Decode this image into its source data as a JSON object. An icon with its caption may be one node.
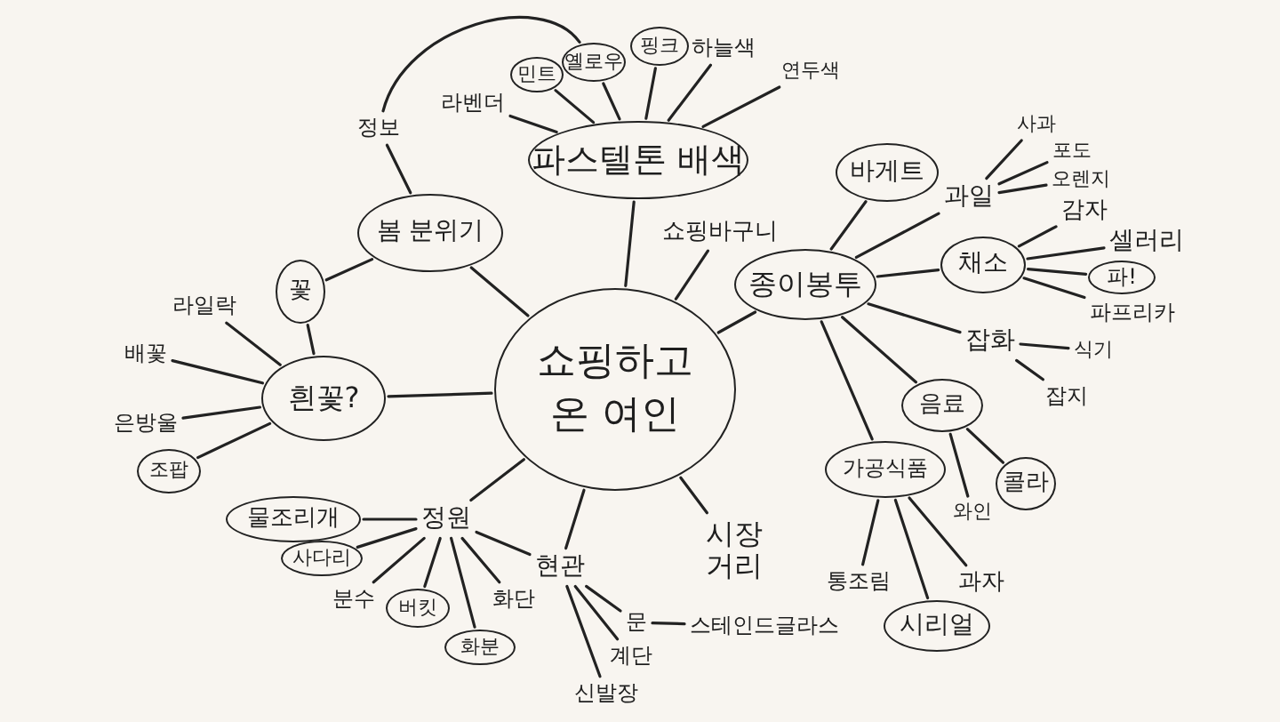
{
  "diagram": {
    "nodes": [
      {
        "text": [
          "쇼핑하고 온 여인"
        ]
      },
      {
        "text": [
          "파스텔톤 배색"
        ]
      },
      {
        "text": [
          "라벤더"
        ]
      },
      {
        "text": [
          "민트"
        ]
      },
      {
        "text": [
          "옐로우"
        ]
      },
      {
        "text": [
          "핑크"
        ]
      },
      {
        "text": [
          "하늘색"
        ]
      },
      {
        "text": [
          "연두색"
        ]
      },
      {
        "text": [
          "봄 분위기"
        ]
      },
      {
        "text": [
          "정보"
        ]
      },
      {
        "text": [
          "꽃"
        ]
      },
      {
        "text": [
          "흰꽃?"
        ]
      },
      {
        "text": [
          "라일락"
        ]
      },
      {
        "text": [
          "배꽃"
        ]
      },
      {
        "text": [
          "은방울"
        ]
      },
      {
        "text": [
          "조팝"
        ]
      },
      {
        "text": [
          "정원"
        ]
      },
      {
        "text": [
          "물조리개"
        ]
      },
      {
        "text": [
          "사다리"
        ]
      },
      {
        "text": [
          "분수"
        ]
      },
      {
        "text": [
          "버킷"
        ]
      },
      {
        "text": [
          "화분"
        ]
      },
      {
        "text": [
          "화단"
        ]
      },
      {
        "text": [
          "현관"
        ]
      },
      {
        "text": [
          "신발장"
        ]
      },
      {
        "text": [
          "계단"
        ]
      },
      {
        "text": [
          "문"
        ]
      },
      {
        "text": [
          "스테인드글라스"
        ]
      },
      {
        "text": [
          "시장 거리"
        ]
      },
      {
        "text": [
          "쇼핑바구니"
        ]
      },
      {
        "text": [
          "종이봉투"
        ]
      },
      {
        "text": [
          "바게트"
        ]
      },
      {
        "text": [
          "과일"
        ]
      },
      {
        "text": [
          "사과"
        ]
      },
      {
        "text": [
          "포도"
        ]
      },
      {
        "text": [
          "오렌지"
        ]
      },
      {
        "text": [
          "채소"
        ]
      },
      {
        "text": [
          "감자"
        ]
      },
      {
        "text": [
          "셀러리"
        ]
      },
      {
        "text": [
          "파!"
        ]
      },
      {
        "text": [
          "파프리카"
        ]
      },
      {
        "text": [
          "잡화"
        ]
      },
      {
        "text": [
          "식기"
        ]
      },
      {
        "text": [
          "잡지"
        ]
      },
      {
        "text": [
          "음료"
        ]
      },
      {
        "text": [
          "콜라"
        ]
      },
      {
        "text": [
          "와인"
        ]
      },
      {
        "text": [
          "가공식품"
        ]
      },
      {
        "text": [
          "통조림"
        ]
      },
      {
        "text": [
          "시리얼"
        ]
      },
      {
        "text": [
          "과자"
        ]
      }
    ],
    "edges": [
      {
        "from": 0,
        "to": 1,
        "arrow": "none"
      },
      {
        "from": 1,
        "to": 2,
        "arrow": "none"
      },
      {
        "from": 1,
        "to": 3,
        "arrow": "none"
      },
      {
        "from": 1,
        "to": 4,
        "arrow": "none"
      },
      {
        "from": 1,
        "to": 5,
        "arrow": "none"
      },
      {
        "from": 1,
        "to": 6,
        "arrow": "none"
      },
      {
        "from": 1,
        "to": 7,
        "arrow": "none"
      },
      {
        "from": 0,
        "to": 8,
        "arrow": "none"
      },
      {
        "from": 8,
        "to": 9,
        "arrow": "none"
      },
      {
        "from": 9,
        "to": 4,
        "arrow": "none"
      },
      {
        "from": 8,
        "to": 10,
        "arrow": "none"
      },
      {
        "from": 10,
        "to": 11,
        "arrow": "none"
      },
      {
        "from": 0,
        "to": 11,
        "arrow": "none"
      },
      {
        "from": 11,
        "to": 12,
        "arrow": "none"
      },
      {
        "from": 11,
        "to": 13,
        "arrow": "none"
      },
      {
        "from": 11,
        "to": 14,
        "arrow": "none"
      },
      {
        "from": 11,
        "to": 15,
        "arrow": "none"
      },
      {
        "from": 0,
        "to": 16,
        "arrow": "none"
      },
      {
        "from": 16,
        "to": 17,
        "arrow": "none"
      },
      {
        "from": 16,
        "to": 18,
        "arrow": "none"
      },
      {
        "from": 16,
        "to": 19,
        "arrow": "none"
      },
      {
        "from": 16,
        "to": 20,
        "arrow": "none"
      },
      {
        "from": 16,
        "to": 21,
        "arrow": "none"
      },
      {
        "from": 16,
        "to": 22,
        "arrow": "none"
      },
      {
        "from": 16,
        "to": 23,
        "arrow": "none"
      },
      {
        "from": 0,
        "to": 23,
        "arrow": "none"
      },
      {
        "from": 23,
        "to": 24,
        "arrow": "none"
      },
      {
        "from": 23,
        "to": 25,
        "arrow": "none"
      },
      {
        "from": 23,
        "to": 26,
        "arrow": "none"
      },
      {
        "from": 26,
        "to": 27,
        "arrow": "none"
      },
      {
        "from": 0,
        "to": 28,
        "arrow": "none"
      },
      {
        "from": 0,
        "to": 29,
        "arrow": "none"
      },
      {
        "from": 0,
        "to": 30,
        "arrow": "none"
      },
      {
        "from": 30,
        "to": 31,
        "arrow": "none"
      },
      {
        "from": 30,
        "to": 32,
        "arrow": "none"
      },
      {
        "from": 32,
        "to": 33,
        "arrow": "none"
      },
      {
        "from": 32,
        "to": 34,
        "arrow": "none"
      },
      {
        "from": 32,
        "to": 35,
        "arrow": "none"
      },
      {
        "from": 30,
        "to": 36,
        "arrow": "none"
      },
      {
        "from": 36,
        "to": 37,
        "arrow": "none"
      },
      {
        "from": 36,
        "to": 38,
        "arrow": "none"
      },
      {
        "from": 36,
        "to": 39,
        "arrow": "none"
      },
      {
        "from": 36,
        "to": 40,
        "arrow": "none"
      },
      {
        "from": 30,
        "to": 41,
        "arrow": "none"
      },
      {
        "from": 41,
        "to": 42,
        "arrow": "none"
      },
      {
        "from": 41,
        "to": 43,
        "arrow": "none"
      },
      {
        "from": 30,
        "to": 44,
        "arrow": "none"
      },
      {
        "from": 44,
        "to": 45,
        "arrow": "none"
      },
      {
        "from": 44,
        "to": 46,
        "arrow": "none"
      },
      {
        "from": 30,
        "to": 47,
        "arrow": "none"
      },
      {
        "from": 47,
        "to": 48,
        "arrow": "none"
      },
      {
        "from": 47,
        "to": 49,
        "arrow": "none"
      },
      {
        "from": 47,
        "to": 50,
        "arrow": "none"
      }
    ]
  }
}
